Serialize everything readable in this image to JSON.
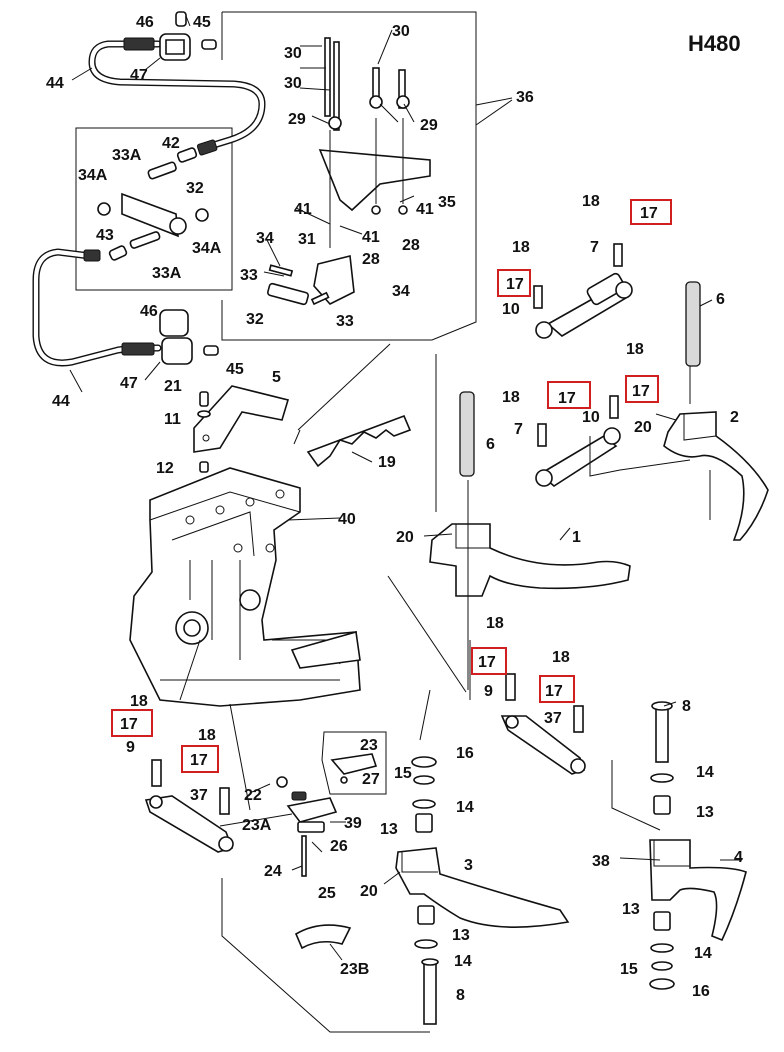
{
  "title": "H480",
  "highlight_color": "#d11f1f",
  "callouts": {
    "c46a": "46",
    "c45a": "45",
    "c44a": "44",
    "c47a": "47",
    "c42": "42",
    "c33A_a": "33A",
    "c34A_a": "34A",
    "c32a": "32",
    "c43": "43",
    "c34A_b": "34A",
    "c33A_b": "33A",
    "c46b": "46",
    "c45b": "45",
    "c47b": "47",
    "c44b": "44",
    "c30a": "30",
    "c30b": "30",
    "c30c": "30",
    "c29a": "29",
    "c29b": "29",
    "c36": "36",
    "c35": "35",
    "c41a": "41",
    "c41b": "41",
    "c41c": "41",
    "c28a": "28",
    "c28b": "28",
    "c31": "31",
    "c34a": "34",
    "c33a": "33",
    "c32b": "32",
    "c33b": "33",
    "c34b": "34",
    "c18a": "18",
    "c17a": "17",
    "c7a": "7",
    "c6a": "6",
    "c18b": "18",
    "c17b": "17",
    "c10a": "10",
    "c18c": "18",
    "c17c": "17",
    "c18d": "18",
    "c17d": "17",
    "c10b": "10",
    "c7b": "7",
    "c20a": "20",
    "c2": "2",
    "c21": "21",
    "c5": "5",
    "c11": "11",
    "c12": "12",
    "c6b": "6",
    "c19": "19",
    "c40": "40",
    "c20b": "20",
    "c1": "1",
    "c18e": "18",
    "c17e": "17",
    "c9a": "9",
    "c18f": "18",
    "c17f": "17",
    "c37a": "37",
    "c8a": "8",
    "c18g": "18",
    "c17g": "17",
    "c9b": "9",
    "c18h": "18",
    "c17h": "17",
    "c37b": "37",
    "c23": "23",
    "c27": "27",
    "c16a": "16",
    "c15a": "15",
    "c14a": "14",
    "c13a": "13",
    "c22": "22",
    "c23A": "23A",
    "c39": "39",
    "c26": "26",
    "c24": "24",
    "c25": "25",
    "c3": "3",
    "c20c": "20",
    "c13b": "13",
    "c14b": "14",
    "c8b": "8",
    "c23B": "23B",
    "c14c": "14",
    "c13c": "13",
    "c38": "38",
    "c4": "4",
    "c13d": "13",
    "c14d": "14",
    "c15b": "15",
    "c16b": "16"
  }
}
